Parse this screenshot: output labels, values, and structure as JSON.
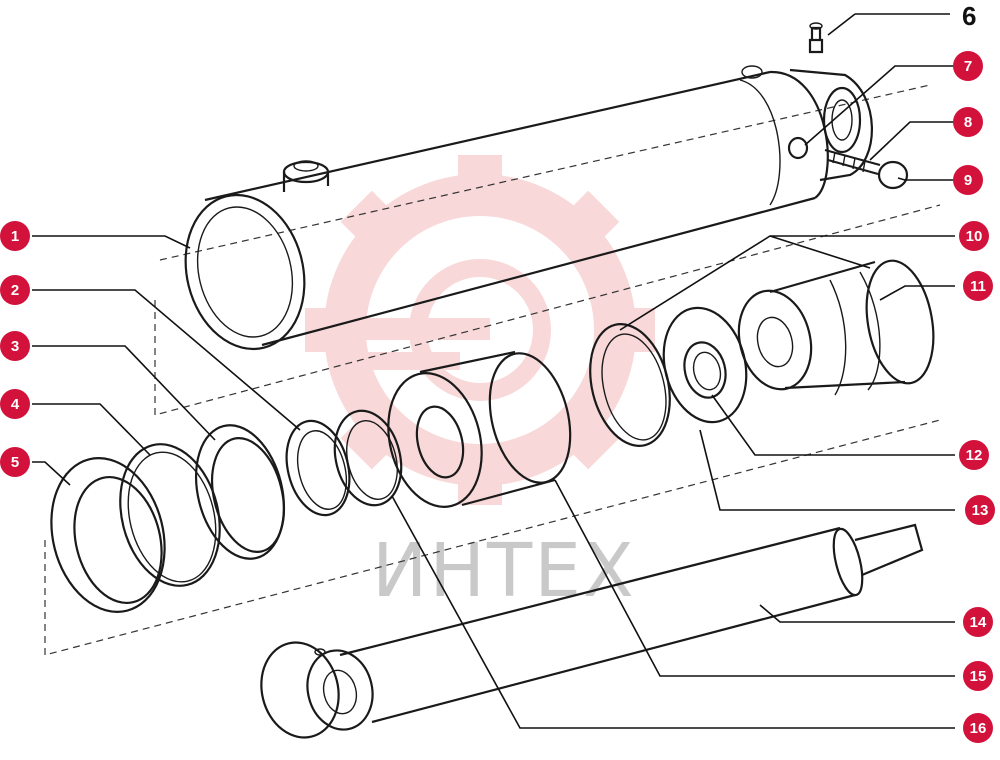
{
  "diagram": {
    "watermark_text": "ИНТЕХ",
    "top_label": "6",
    "badges": [
      "1",
      "2",
      "3",
      "4",
      "5",
      "7",
      "8",
      "9",
      "10",
      "11",
      "12",
      "13",
      "14",
      "15",
      "16"
    ]
  },
  "colors": {
    "badge": "#d3123b",
    "watermark": "#f3b9b9",
    "line": "#1a1a1a"
  }
}
